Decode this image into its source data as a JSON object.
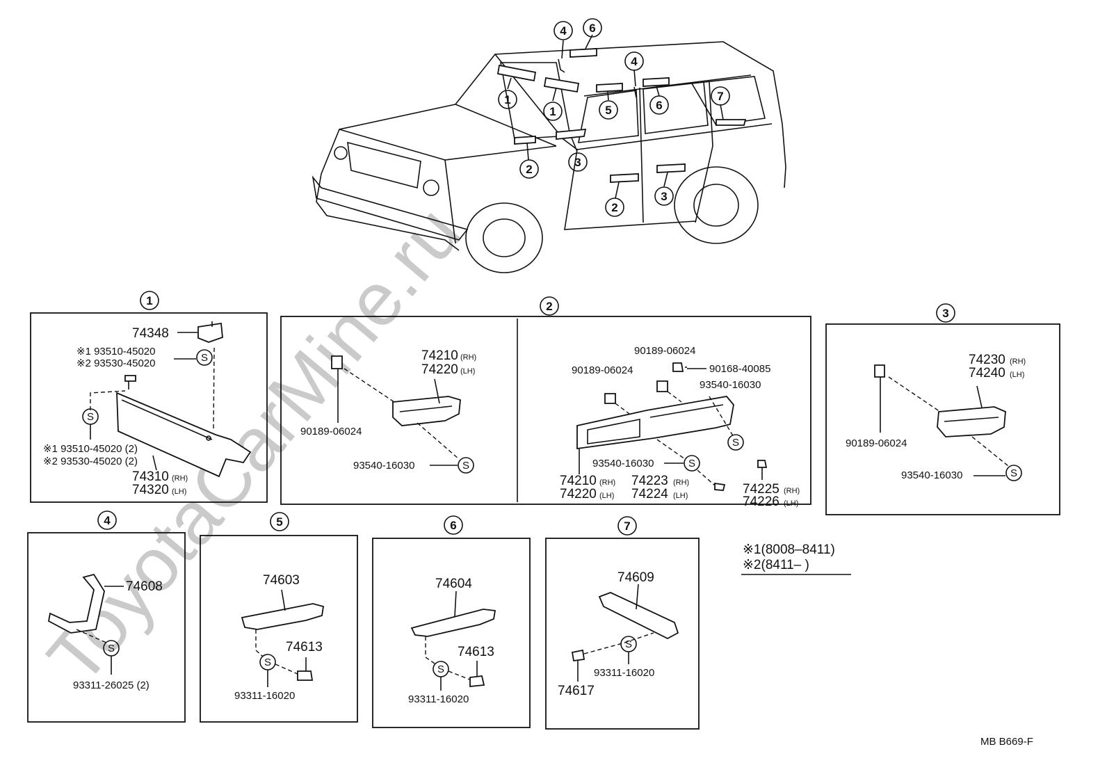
{
  "watermark": "ToyotaCarMine.ru",
  "footer_code": "MB  B669-F",
  "callout_numbers": [
    "1",
    "2",
    "3",
    "4",
    "5",
    "6",
    "7"
  ],
  "symbols": {
    "s_clip": "S",
    "note_mark": "※"
  },
  "legend": {
    "line1": "※1(8008–8411)",
    "line2": "※2(8411–       )"
  },
  "sections": {
    "s1": {
      "label": "1",
      "p74348": "74348",
      "note1": "※1 93510-45020",
      "note2": "※2 93530-45020",
      "note3": "※1 93510-45020 (2)",
      "note4": "※2 93530-45020 (2)",
      "p74310": "74310",
      "p74320": "74320",
      "rh": "(RH)",
      "lh": "(LH)"
    },
    "s2": {
      "label": "2",
      "p74210": "74210",
      "p74220": "74220",
      "rh": "(RH)",
      "lh": "(LH)",
      "p90189": "90189-06024",
      "p93540": "93540-16030",
      "r_90189_a": "90189-06024",
      "r_90189_b": "90189-06024",
      "r_90168": "90168-40085",
      "r_93540_a": "93540-16030",
      "r_93540_b": "93540-16030",
      "r_74210": "74210",
      "r_74220": "74220",
      "r_74223": "74223",
      "r_74224": "74224",
      "r_74225": "74225",
      "r_74226": "74226"
    },
    "s3": {
      "label": "3",
      "p74230": "74230",
      "p74240": "74240",
      "rh": "(RH)",
      "lh": "(LH)",
      "p90189": "90189-06024",
      "p93540": "93540-16030"
    },
    "s4": {
      "label": "4",
      "p74608": "74608",
      "p93311": "93311-26025 (2)"
    },
    "s5": {
      "label": "5",
      "p74603": "74603",
      "p74613": "74613",
      "p93311": "93311-16020"
    },
    "s6": {
      "label": "6",
      "p74604": "74604",
      "p74613": "74613",
      "p93311": "93311-16020"
    },
    "s7": {
      "label": "7",
      "p74609": "74609",
      "p74617": "74617",
      "p93311": "93311-16020"
    }
  }
}
